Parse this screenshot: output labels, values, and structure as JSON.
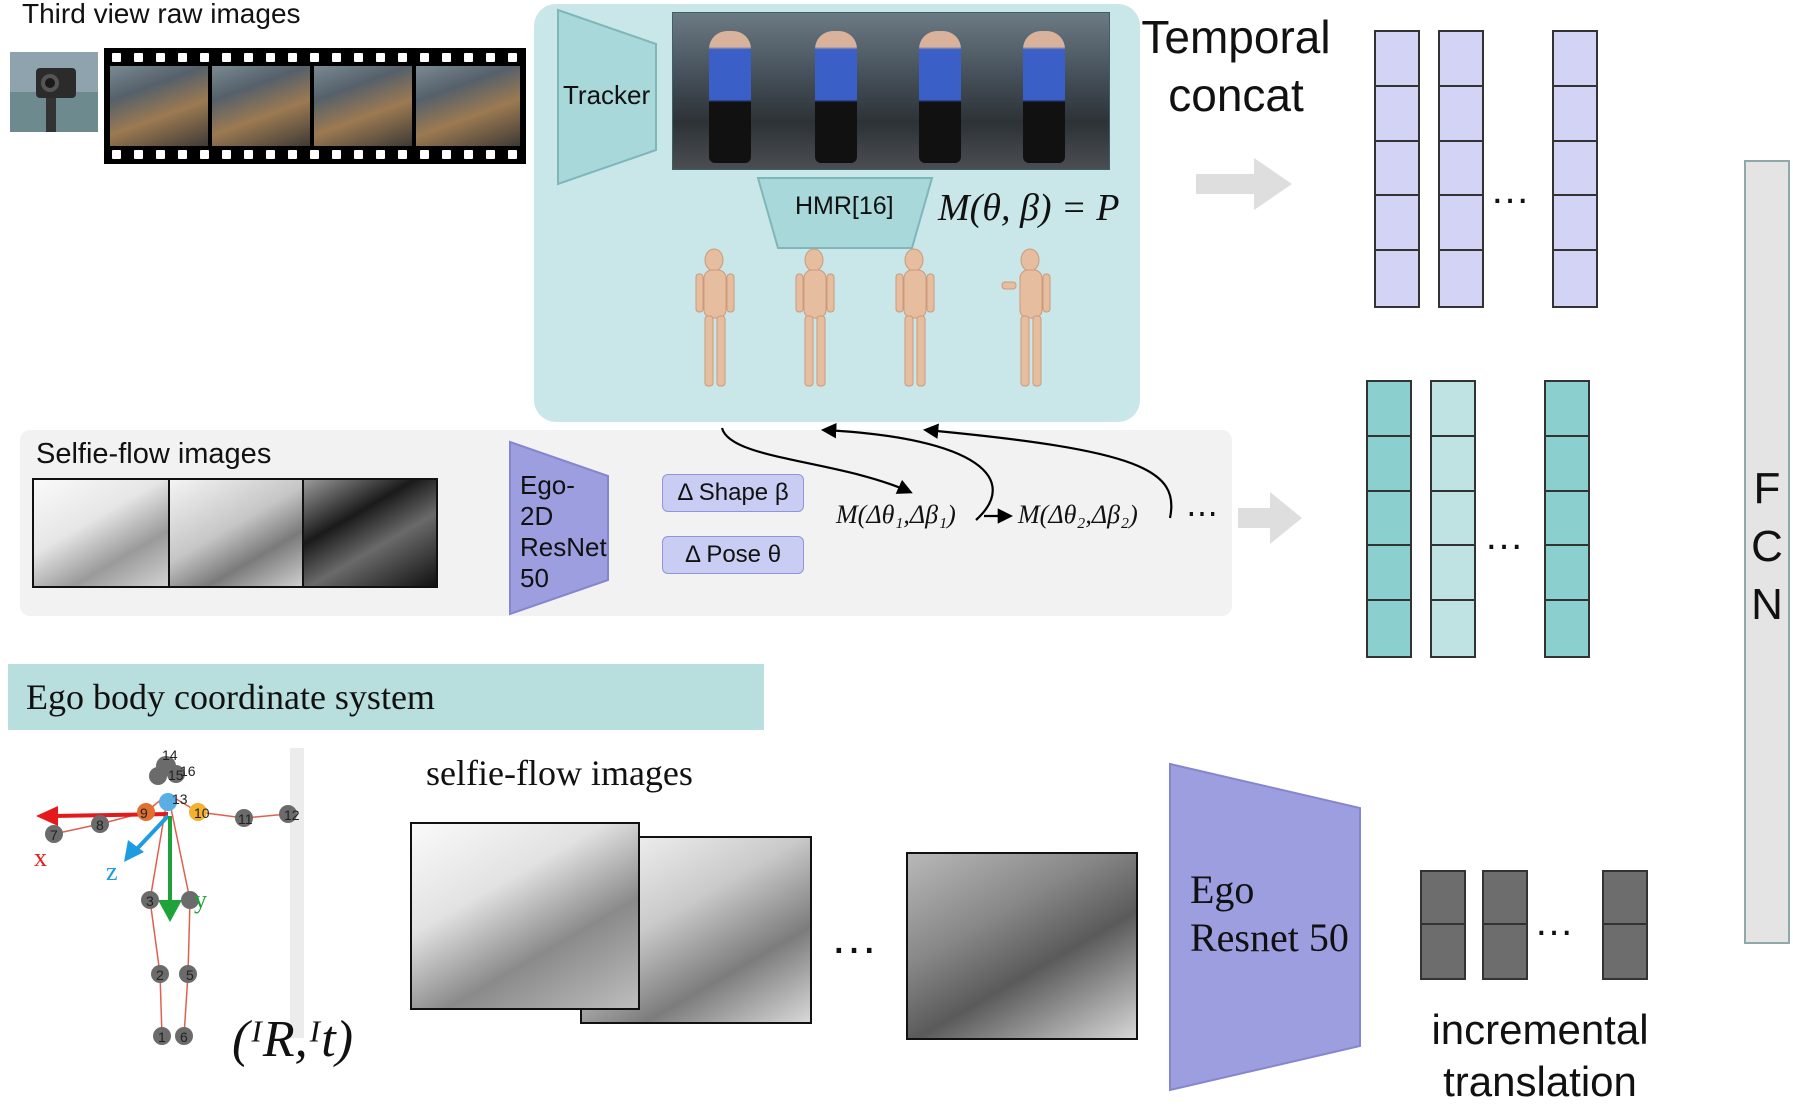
{
  "third_view": {
    "label": "Third view raw images"
  },
  "tracker": {
    "label": "Tracker"
  },
  "hmr": {
    "label": "HMR[16]",
    "equation": "M(θ, β) = P"
  },
  "temporal_concat": {
    "line1": "Temporal",
    "line2": "concat"
  },
  "selfie_flow": {
    "label": "Selfie-flow images"
  },
  "ego2d": {
    "line1": "Ego-",
    "line2": "2D",
    "line3": "ResNet",
    "line4": "50"
  },
  "shape_pill": {
    "label": "Δ  Shape β"
  },
  "pose_pill": {
    "label": "Δ  Pose  θ"
  },
  "delta_m1": {
    "label": "M(Δθ₁,Δβ₁)"
  },
  "delta_m2": {
    "label": "M(Δθ₂,Δβ₂)"
  },
  "ellipsis": "⋯",
  "ellipsis_dots": "…",
  "fcn": {
    "l1": "F",
    "l2": "C",
    "l3": "N"
  },
  "ego_coord": {
    "label": "Ego body coordinate system"
  },
  "axes": {
    "x": "x",
    "y": "y",
    "z": "z"
  },
  "joints": [
    "1",
    "2",
    "3",
    "5",
    "6",
    "7",
    "8",
    "9",
    "10",
    "11",
    "12",
    "13",
    "14",
    "15",
    "16"
  ],
  "rt_label": "(ᴵR,ᴵt)",
  "selfie_flow_lower": {
    "label": "selfie-flow images"
  },
  "ego_resnet": {
    "line1": "Ego",
    "line2": "Resnet 50"
  },
  "incremental": {
    "line1": "incremental",
    "line2": "translation"
  },
  "colors": {
    "panel_cyan": "#c9e6e8",
    "trapezoid_purple": "#9c9ee0",
    "lavender_cell": "#d2d3f5",
    "teal_cell": "#8ccfcf",
    "teal_light": "#bfe3e3",
    "dark_cell": "#6d6d6d",
    "fcn_bar": "#e4e4e4",
    "ego_banner": "#b9dede",
    "gray_panel": "#f2f2f2"
  }
}
